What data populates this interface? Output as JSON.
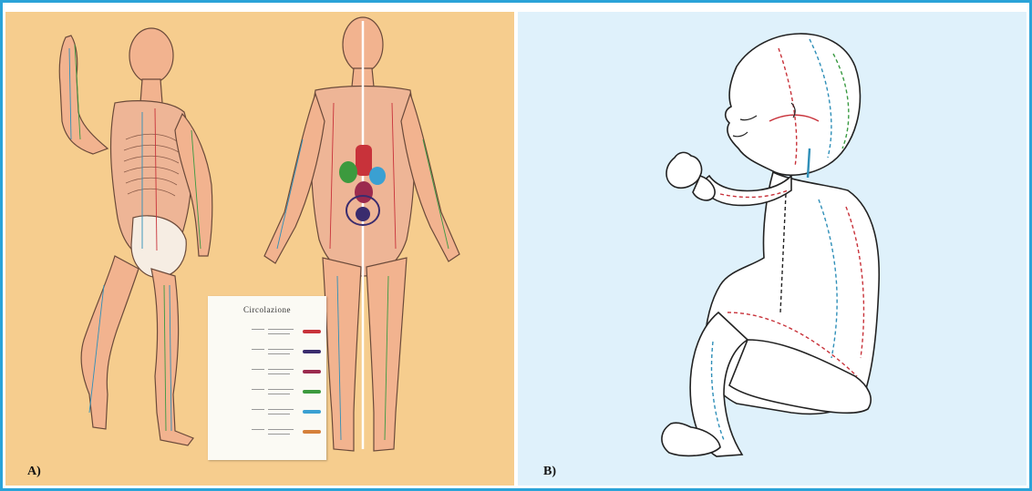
{
  "panels": {
    "a": {
      "label": "A)"
    },
    "b": {
      "label": "B)"
    }
  },
  "legend": {
    "title": "Circolazione",
    "rows": [
      {
        "name": "",
        "color": "#c8323a"
      },
      {
        "name": "",
        "color": "#3a2c6e"
      },
      {
        "name": "",
        "color": "#9b2a4e"
      },
      {
        "name": "",
        "color": "#3c9a3e"
      },
      {
        "name": "",
        "color": "#3aa0d2"
      },
      {
        "name": "",
        "color": "#d5803a"
      }
    ]
  },
  "colors": {
    "border": "#2aa3d8",
    "panel_a_bg": "#f6cd8e",
    "panel_b_bg": "#dff1fb"
  }
}
